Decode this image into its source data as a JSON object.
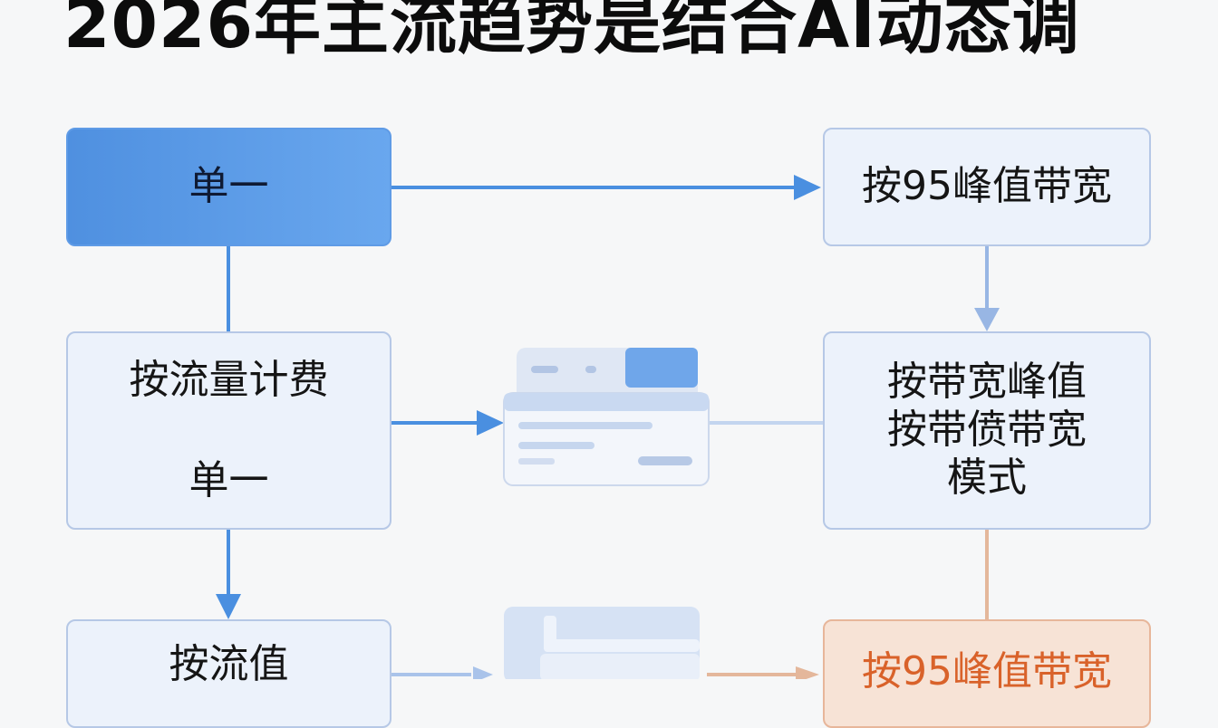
{
  "title": "2026年主流趋势是结合AI动态调",
  "nodes": {
    "single_top": "单一",
    "p95_top": "按95峰值带宽",
    "traffic": "按流量计费",
    "traffic_sub": "单一",
    "bandwidth_line1": "按带宽峰值",
    "bandwidth_line2": "按带偾带宽",
    "bandwidth_line3": "模式",
    "bottom_left": "按流值",
    "bottom_right": "按95峰值带宽"
  },
  "colors": {
    "accent_blue": "#4f90e0",
    "connector_blue": "#4a8fe0",
    "connector_light": "#a9c3ea",
    "orange_box": "#f7e3d6",
    "orange_text": "#d9622a"
  }
}
